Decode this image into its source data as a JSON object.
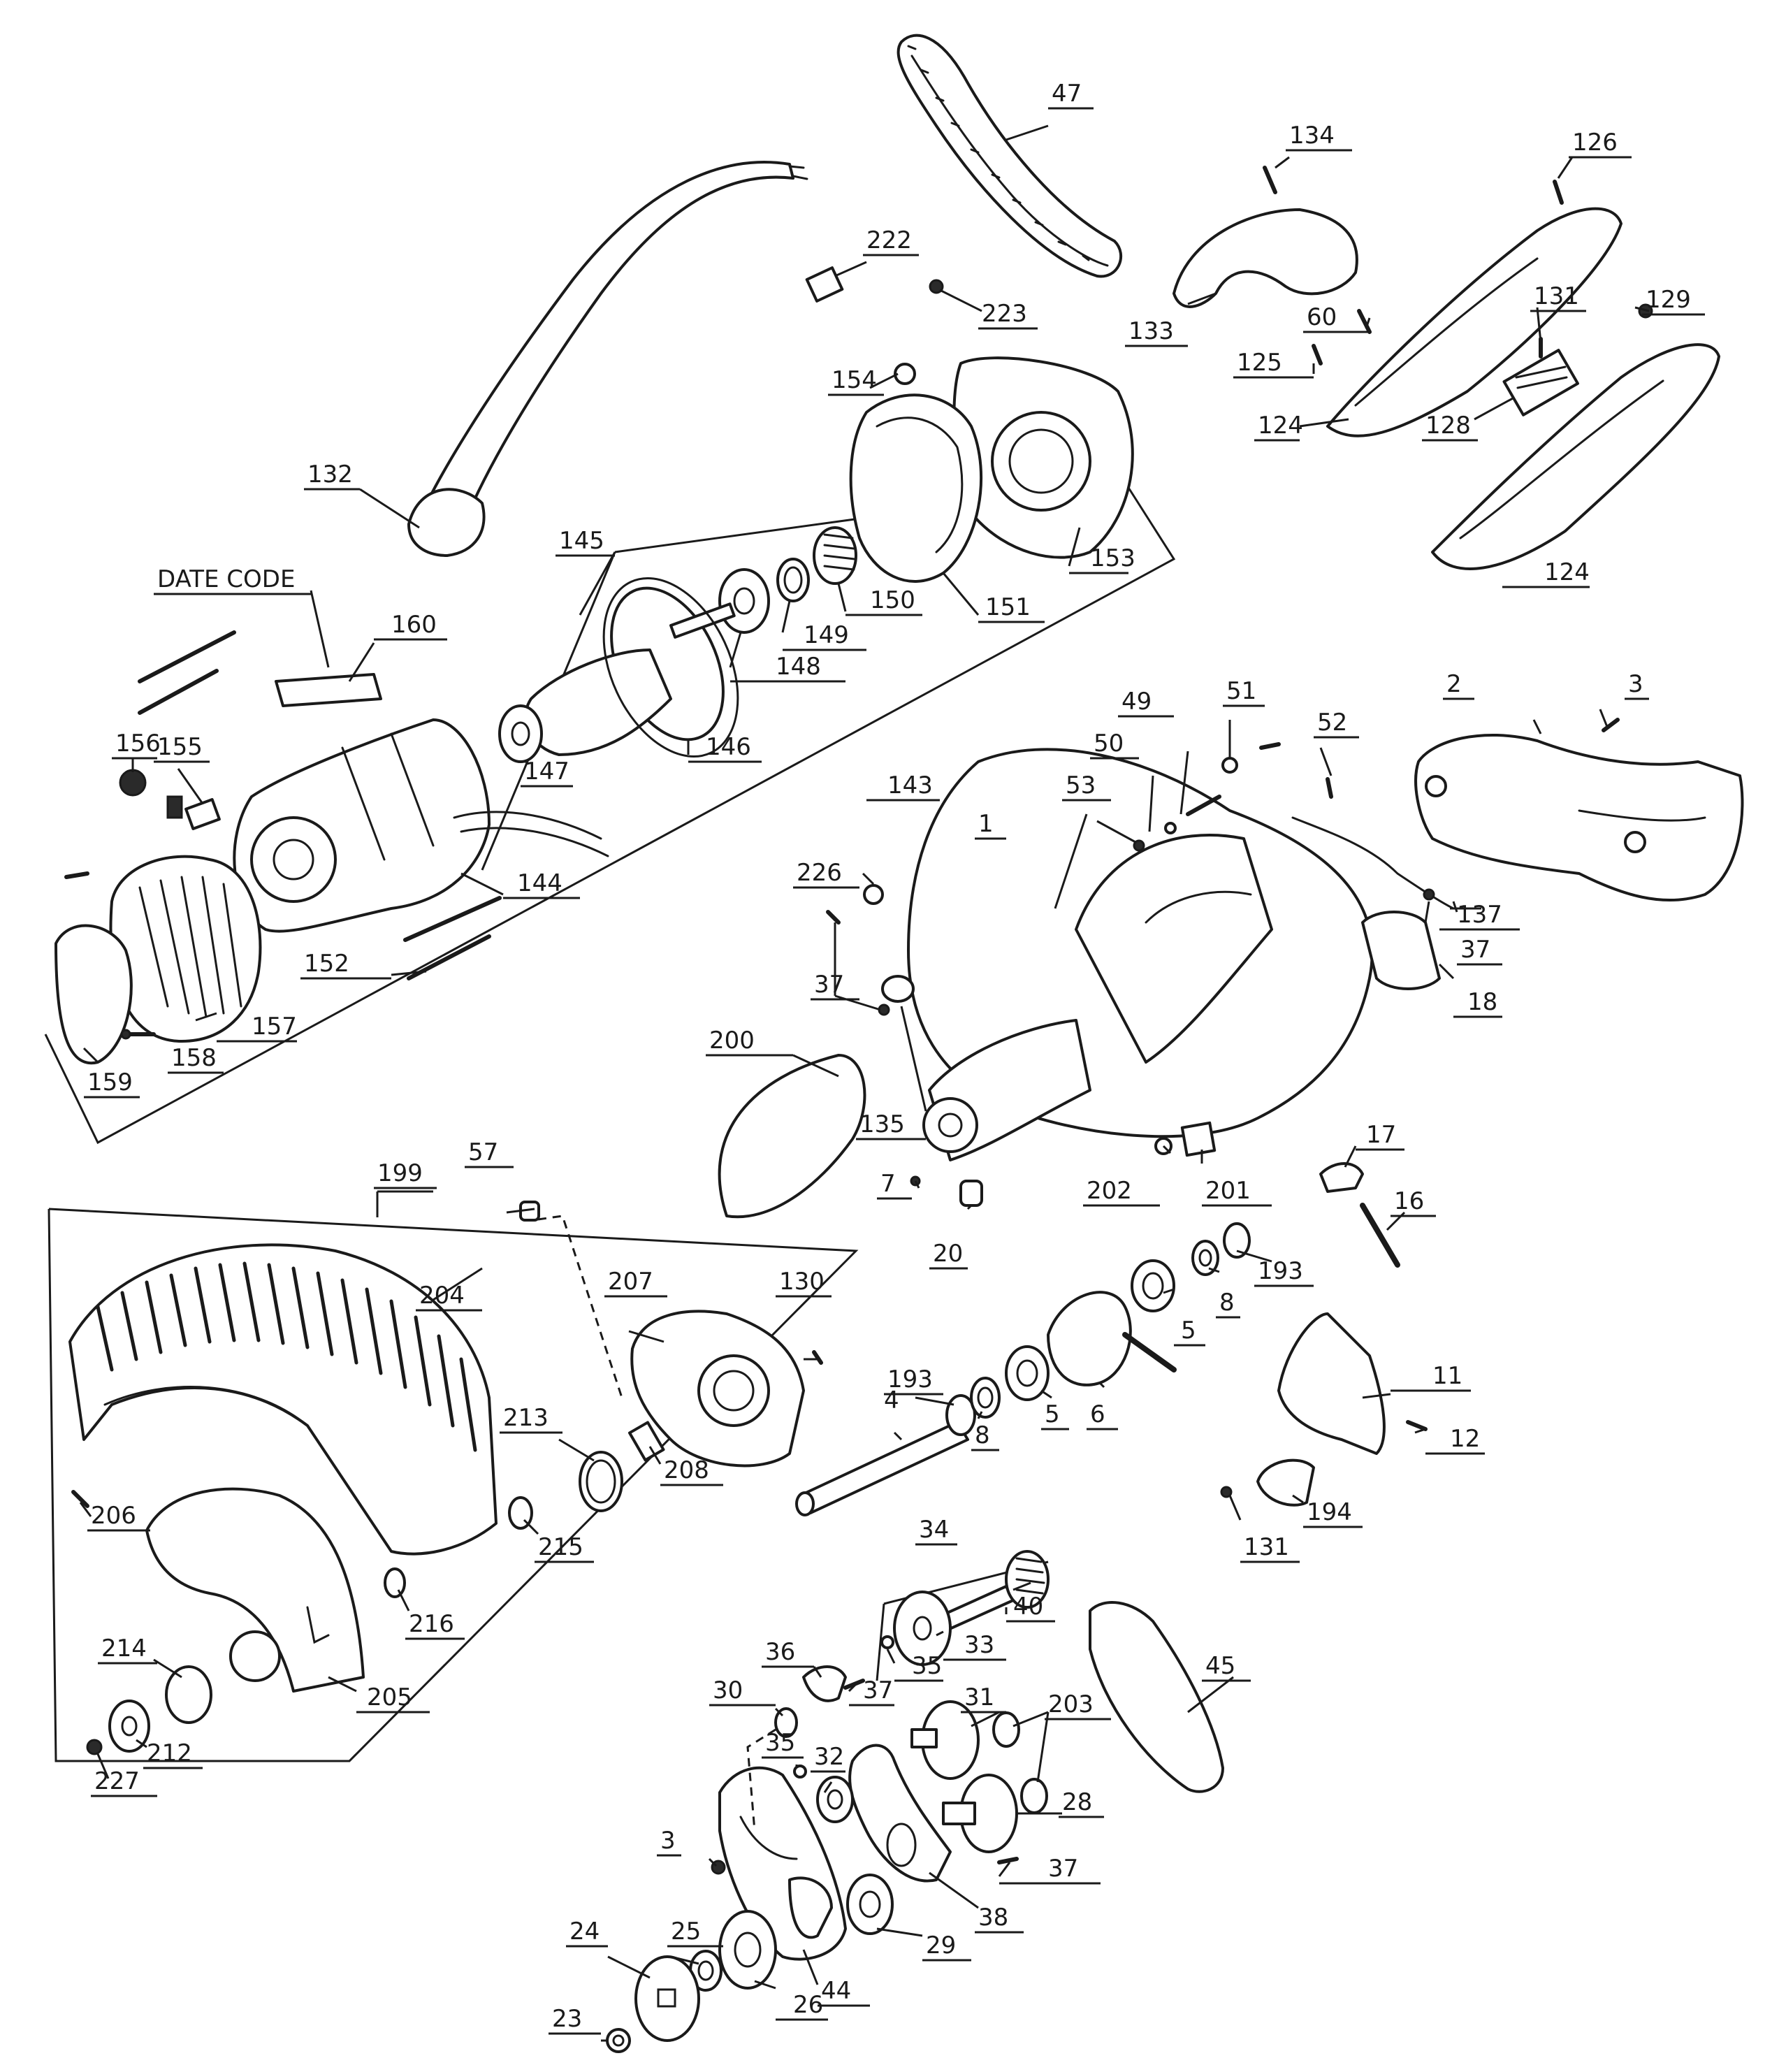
{
  "callouts": {
    "c1": "1",
    "c2": "2",
    "c3": "3",
    "c3b": "3",
    "c4": "4",
    "c5": "5",
    "c5b": "5",
    "c6": "6",
    "c7": "7",
    "c8": "8",
    "c8b": "8",
    "c11": "11",
    "c12": "12",
    "c16": "16",
    "c17": "17",
    "c18": "18",
    "c20": "20",
    "c23": "23",
    "c24": "24",
    "c25": "25",
    "c26": "26",
    "c28": "28",
    "c29": "29",
    "c30": "30",
    "c31": "31",
    "c32": "32",
    "c33": "33",
    "c34": "34",
    "c35": "35",
    "c35b": "35",
    "c36": "36",
    "c37a": "37",
    "c37b": "37",
    "c37c": "37",
    "c37d": "37",
    "c38": "38",
    "c40": "40",
    "c44": "44",
    "c45": "45",
    "c47": "47",
    "c49": "49",
    "c50": "50",
    "c51": "51",
    "c52": "52",
    "c53": "53",
    "c57": "57",
    "c60": "60",
    "c124a": "124",
    "c124b": "124",
    "c125": "125",
    "c126": "126",
    "c128": "128",
    "c129": "129",
    "c130": "130",
    "c131a": "131",
    "c131b": "131",
    "c132": "132",
    "c133": "133",
    "c134": "134",
    "c135": "135",
    "c137": "137",
    "c143": "143",
    "c144": "144",
    "c145": "145",
    "c146": "146",
    "c147": "147",
    "c148": "148",
    "c149": "149",
    "c150": "150",
    "c151": "151",
    "c152": "152",
    "c153": "153",
    "c154": "154",
    "c155": "155",
    "c156": "156",
    "c157": "157",
    "c158": "158",
    "c159": "159",
    "c160": "160",
    "c193a": "193",
    "c193b": "193",
    "c194": "194",
    "c199": "199",
    "c200": "200",
    "c201": "201",
    "c202": "202",
    "c203": "203",
    "c204": "204",
    "c205": "205",
    "c206": "206",
    "c207": "207",
    "c208": "208",
    "c212": "212",
    "c213": "213",
    "c214": "214",
    "c215": "215",
    "c216": "216",
    "c222": "222",
    "c223": "223",
    "c226": "226",
    "c227": "227",
    "date_code": "DATE CODE"
  }
}
